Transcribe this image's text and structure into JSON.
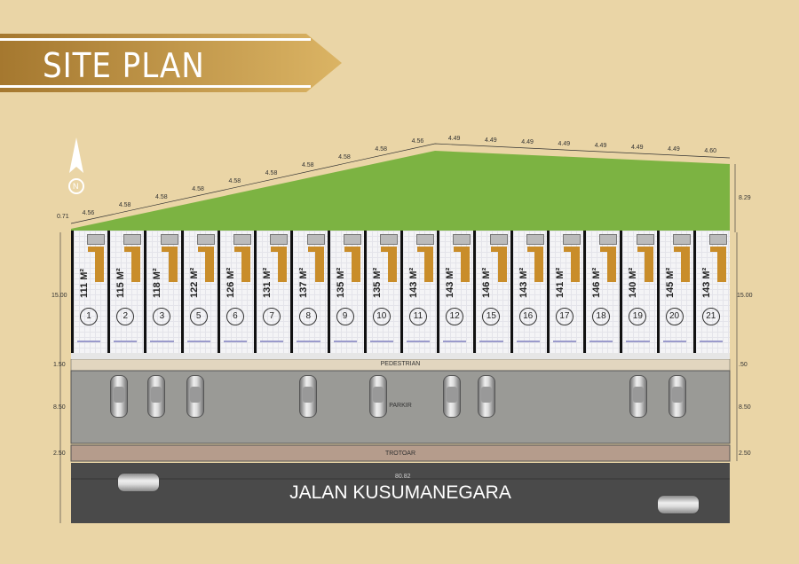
{
  "title": "SITE PLAN",
  "north_label": "N",
  "top_dimensions": {
    "offset": "0.71",
    "segments": [
      "4.56",
      "4.58",
      "4.58",
      "4.58",
      "4.58",
      "4.58",
      "4.58",
      "4.58",
      "4.58",
      "4.56",
      "4.49",
      "4.49",
      "4.49",
      "4.49",
      "4.49",
      "4.49",
      "4.49",
      "4.60"
    ]
  },
  "side_dimensions": {
    "green_depth": "8.29",
    "unit_depth": "15.00",
    "pedestrian": "1.50",
    "pedestrian_right": ".50",
    "parkir": "8.50",
    "trotoar": "2.50",
    "road_length": "80.82"
  },
  "units": [
    {
      "number": "1",
      "area": "111 M²"
    },
    {
      "number": "2",
      "area": "115 M²"
    },
    {
      "number": "3",
      "area": "118 M²"
    },
    {
      "number": "5",
      "area": "122 M²"
    },
    {
      "number": "6",
      "area": "126 M²"
    },
    {
      "number": "7",
      "area": "131 M²"
    },
    {
      "number": "8",
      "area": "137 M²"
    },
    {
      "number": "9",
      "area": "135 M²"
    },
    {
      "number": "10",
      "area": "135 M²"
    },
    {
      "number": "11",
      "area": "143 M²"
    },
    {
      "number": "12",
      "area": "143 M²"
    },
    {
      "number": "15",
      "area": "146 M²"
    },
    {
      "number": "16",
      "area": "143 M²"
    },
    {
      "number": "17",
      "area": "141 M²"
    },
    {
      "number": "18",
      "area": "146 M²"
    },
    {
      "number": "19",
      "area": "140 M²"
    },
    {
      "number": "20",
      "area": "145 M²"
    },
    {
      "number": "21",
      "area": "143 M²"
    }
  ],
  "zones": {
    "pedestrian": "PEDESTRIAN",
    "parkir": "PARKIR",
    "trotoar": "TROTOAR",
    "road": "JALAN KUSUMANEGARA"
  },
  "colors": {
    "background": "#ead5a6",
    "green": "#7cb342",
    "road": "#4a4a4a",
    "parking": "#9a9a96",
    "trotoar": "#b59c8c",
    "pedestrian": "#e2d6bf",
    "gold": "#b8873a"
  }
}
